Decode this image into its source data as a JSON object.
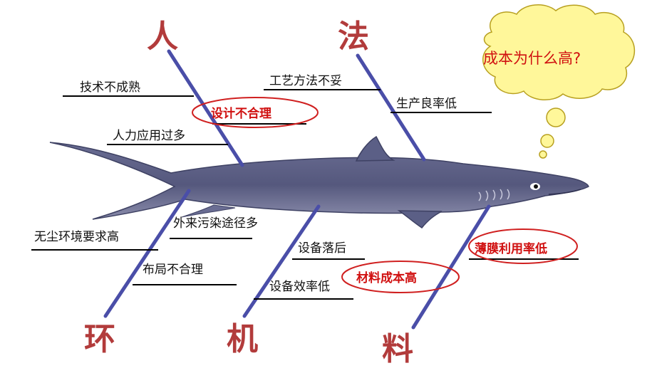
{
  "bubble": {
    "text": "成本为什么高?",
    "fill": "#fff79a"
  },
  "colors": {
    "bone": "#4a4ea8",
    "category": "#b23b3b",
    "highlight": "#d01010",
    "shark": "#5b5f86"
  },
  "categories": {
    "ren": "人",
    "fa": "法",
    "huan": "环",
    "ji": "机",
    "liao": "料"
  },
  "causes": {
    "ren": [
      "技术不成熟",
      "设计不合理",
      "人力应用过多"
    ],
    "fa": [
      "工艺方法不妥",
      "生产良率低"
    ],
    "huan": [
      "外来污染途径多",
      "无尘环境要求高",
      "布局不合理"
    ],
    "ji": [
      "设备落后",
      "设备效率低"
    ],
    "liao": [
      "材料成本高",
      "薄膜利用率低"
    ]
  }
}
